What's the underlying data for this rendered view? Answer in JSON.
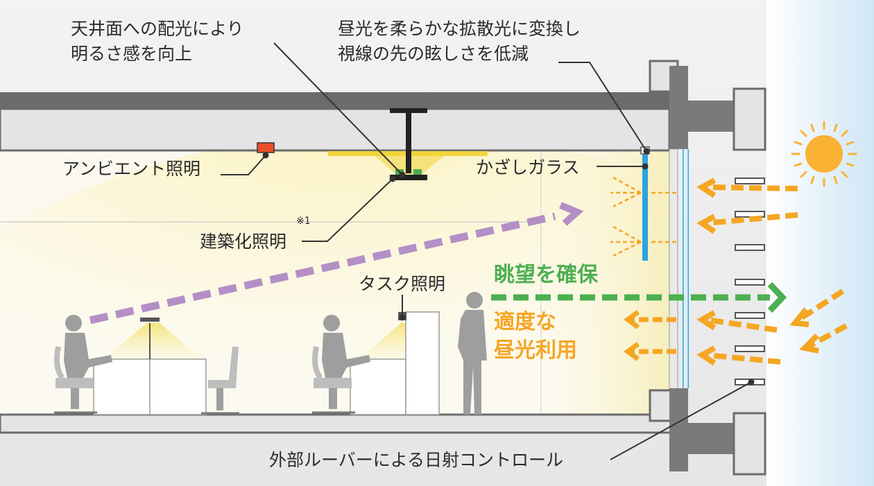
{
  "labels": {
    "ceiling_light": [
      "天井面への配光により",
      "明るさ感を向上"
    ],
    "daylight_diffuse": [
      "昼光を柔らかな拡散光に変換し",
      "視線の先の眩しさを低減"
    ],
    "ambient": "アンビエント照明",
    "integrated": "建築化照明",
    "note_mark": "※1",
    "kazashi": "かざしガラス",
    "task": "タスク照明",
    "view": "眺望を確保",
    "daylight_use": [
      "適度な",
      "昼光利用"
    ],
    "louver": "外部ルーバーによる日射コントロール"
  },
  "colors": {
    "view_arrow": "#4caf50",
    "sightline_arrow": "#b48fc6",
    "daylight_arrow": "#f5a623",
    "glass": "#2ea3dc",
    "sun": "#f9b233",
    "ambient_fixture": "#e8502a",
    "integrated_fixture": "#f2d43a"
  }
}
